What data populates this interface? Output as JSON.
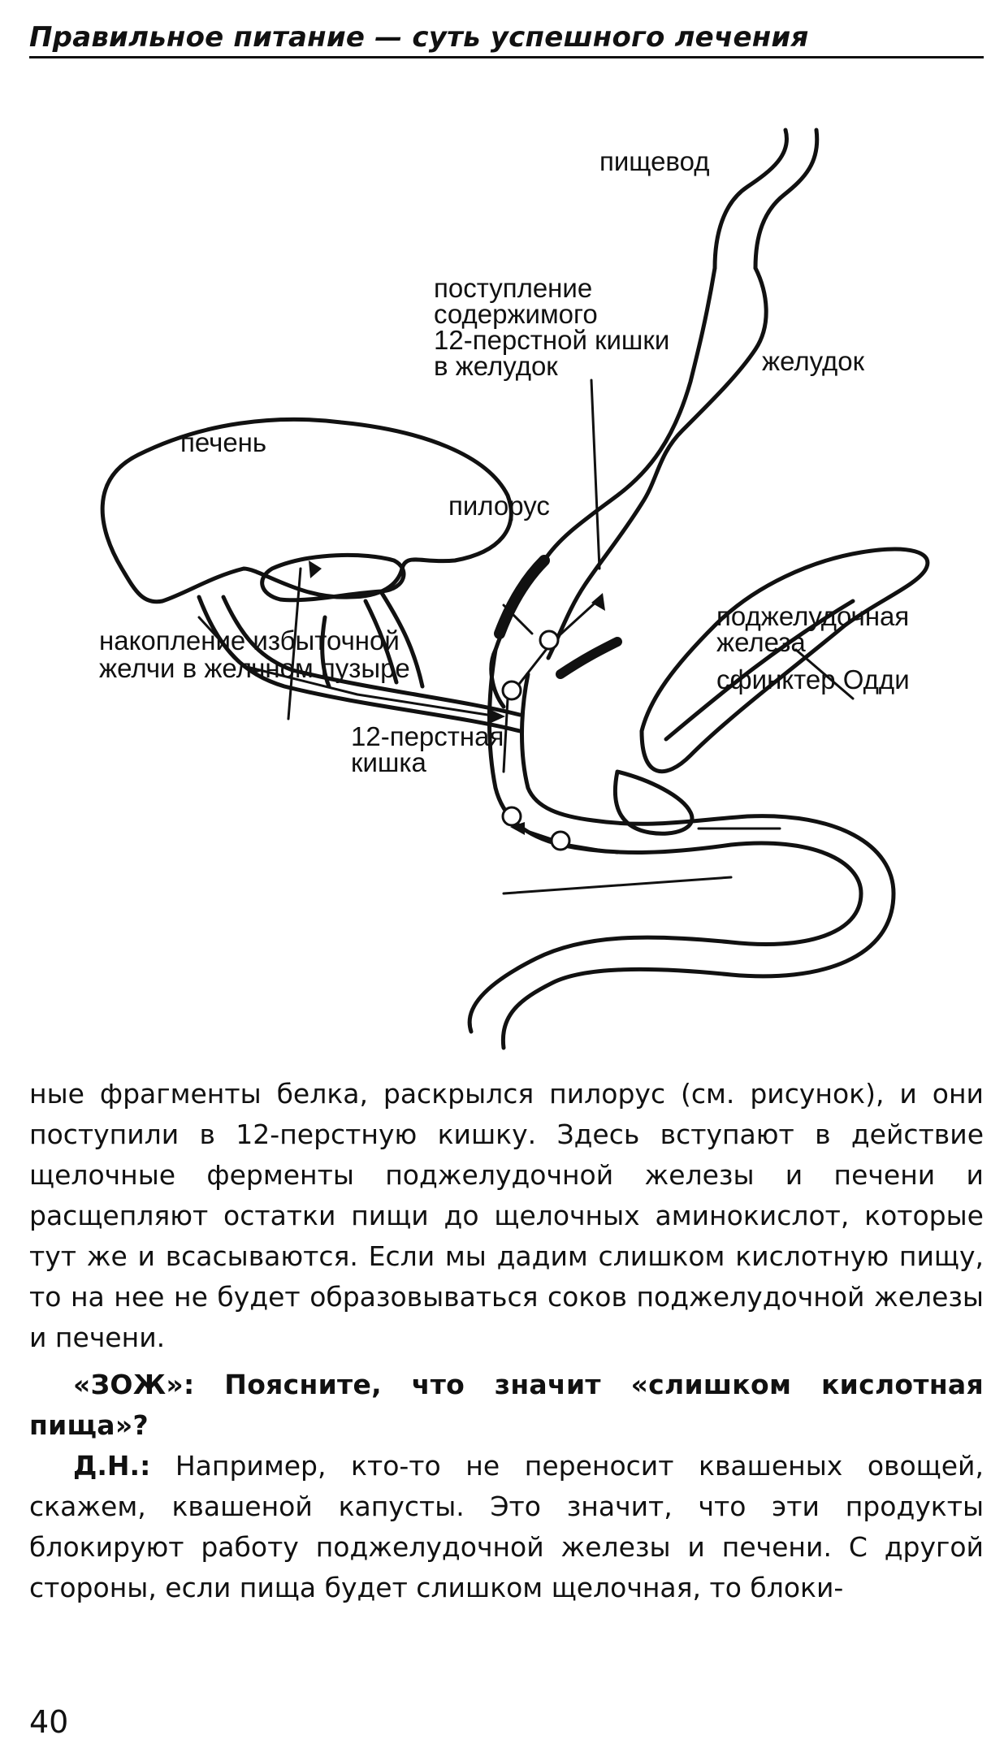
{
  "running_head": "Правильное питание — суть успешного лечения",
  "figure": {
    "labels": {
      "esophagus": "пищевод",
      "reflux_line1": "поступление",
      "reflux_line2": "содержимого",
      "reflux_line3": "12-перстной кишки",
      "reflux_line4": "в желудок",
      "stomach": "желудок",
      "liver": "печень",
      "pylorus": "пилорус",
      "bile_line1": "накопление избыточной",
      "bile_line2": "желчи в желчном пузыре",
      "pancreas_line1": "поджелудочная",
      "pancreas_line2": "железа",
      "oddi": "сфинктер Одди",
      "duodenum_line1": "12-перстная",
      "duodenum_line2": "кишка"
    }
  },
  "body": {
    "paragraph1": "ные фрагменты белка, раскрылся пилорус (см. рисунок), и они поступили в 12-перстную кишку. Здесь вступают в действие щелочные ферменты поджелудочной железы и печени и расщепляют остатки пищи до щелочных аминокислот, которые тут же и всасываются. Если мы дадим слишком кислотную пищу, то на нее не будет образовываться соков поджелудочной железы и печени.",
    "question": "«ЗОЖ»: Поясните, что значит «слишком кислотная пища»?",
    "answer_speaker": "Д.Н.:",
    "answer_text": " Например, кто-то не переносит квашеных овощей, скажем, квашеной капусты. Это значит, что эти продукты блокируют работу поджелудочной железы и печени. С другой стороны, если пища будет слишком щелочная, то блоки-"
  },
  "page_number": "40"
}
